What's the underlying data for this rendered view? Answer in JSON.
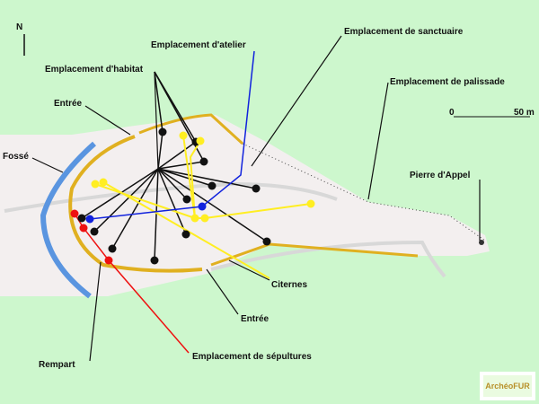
{
  "north_label": "N",
  "scale": {
    "start": "0",
    "end": "50 m"
  },
  "labels": {
    "atelier": "Emplacement d'atelier",
    "sanctuaire": "Emplacement de sanctuaire",
    "habitat": "Emplacement d'habitat",
    "palissade": "Emplacement de palissade",
    "entree_nord": "Entrée",
    "fosse": "Fossé",
    "pierre": "Pierre d'Appel",
    "citernes": "Citernes",
    "entree_sud": "Entrée",
    "rempart": "Rempart",
    "sepultures": "Emplacement de sépultures"
  },
  "logo_text": "ArchéoFUR",
  "colors": {
    "habitat": "#111111",
    "citernes": "#ffee22",
    "atelier": "#1122dd",
    "sepultures": "#ee1111",
    "rempart": "#e0b020",
    "fosse": "#5a95e0",
    "background": "#cdf7cd"
  }
}
